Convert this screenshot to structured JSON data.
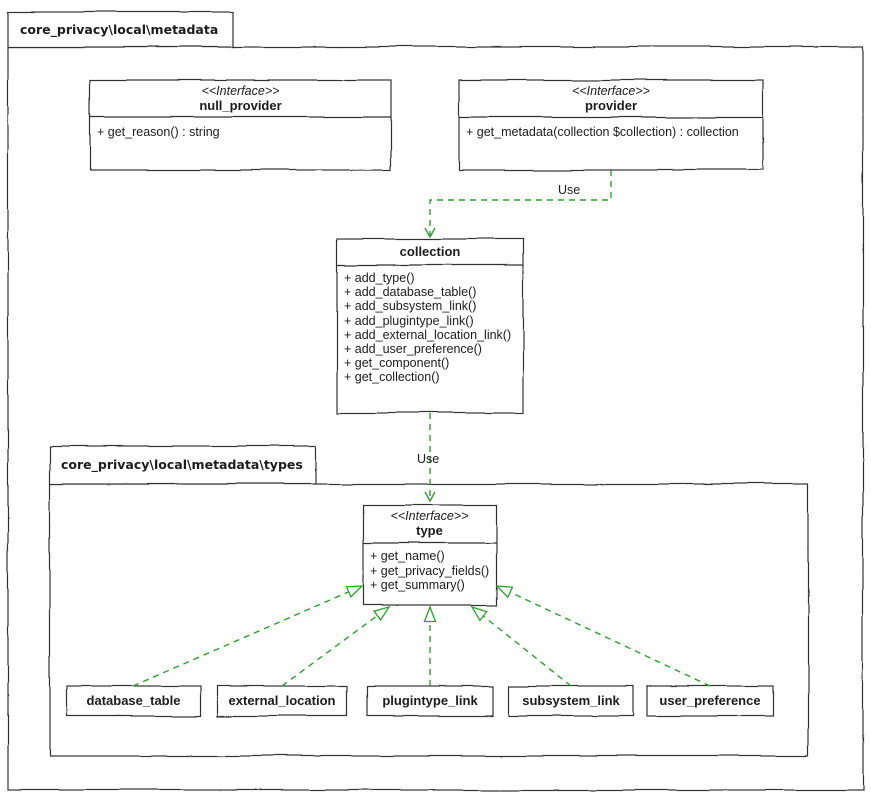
{
  "packages": {
    "metadata": {
      "label": "core_privacy\\local\\metadata"
    },
    "types": {
      "label": "core_privacy\\local\\metadata\\types"
    }
  },
  "classes": {
    "null_provider": {
      "stereotype": "<<Interface>>",
      "name": "null_provider",
      "methods": [
        "+ get_reason() : string"
      ]
    },
    "provider": {
      "stereotype": "<<Interface>>",
      "name": "provider",
      "methods": [
        "+ get_metadata(collection $collection) : collection"
      ]
    },
    "collection": {
      "name": "collection",
      "methods": [
        "+ add_type()",
        "+ add_database_table()",
        "+ add_subsystem_link()",
        "+ add_plugintype_link()",
        "+ add_external_location_link()",
        "+ add_user_preference()",
        "+ get_component()",
        "+ get_collection()"
      ]
    },
    "type": {
      "stereotype": "<<Interface>>",
      "name": "type",
      "methods": [
        "+ get_name()",
        "+ get_privacy_fields()",
        "+ get_summary()"
      ]
    },
    "database_table": {
      "name": "database_table"
    },
    "external_location": {
      "name": "external_location"
    },
    "plugintype_link": {
      "name": "plugintype_link"
    },
    "subsystem_link": {
      "name": "subsystem_link"
    },
    "user_preference": {
      "name": "user_preference"
    }
  },
  "edges": {
    "provider_to_collection": {
      "label": "Use",
      "style": "dashed-open-arrow"
    },
    "collection_to_type": {
      "label": "Use",
      "style": "dashed-open-arrow"
    },
    "realizations_to_type": [
      "database_table",
      "external_location",
      "plugintype_link",
      "subsystem_link",
      "user_preference"
    ]
  },
  "colors": {
    "arrow_green": "#2aa32a",
    "line": "#333333",
    "box_fill": "#ffffff",
    "text": "#1c1c1c",
    "background": "#ffffff"
  }
}
